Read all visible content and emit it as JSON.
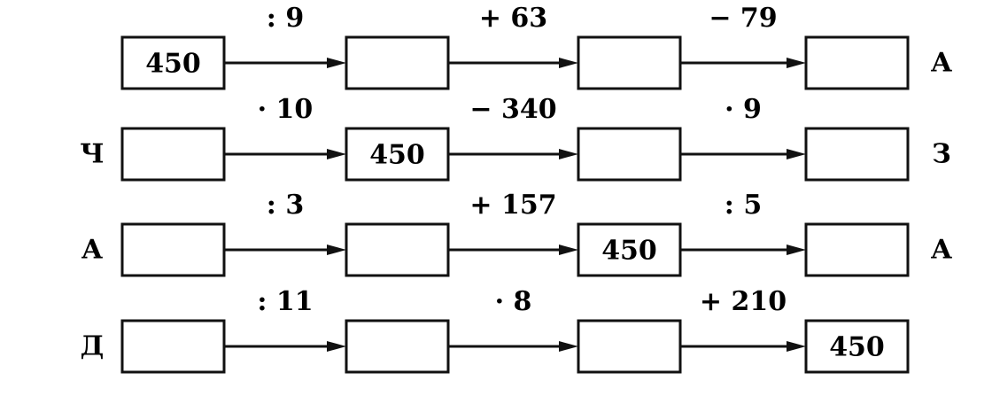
{
  "rows": [
    {
      "left_letter": "",
      "right_letter": "А",
      "boxes": [
        "450",
        "",
        "",
        ""
      ],
      "operations": [
        ": 9",
        "+ 63",
        "− 79"
      ]
    },
    {
      "left_letter": "Ч",
      "right_letter": "З",
      "boxes": [
        "",
        "450",
        "",
        ""
      ],
      "operations": [
        "· 10",
        "− 340",
        "· 9"
      ]
    },
    {
      "left_letter": "А",
      "right_letter": "А",
      "boxes": [
        "",
        "",
        "450",
        ""
      ],
      "operations": [
        ": 3",
        "+ 157",
        ": 5"
      ]
    },
    {
      "left_letter": "Д",
      "right_letter": "",
      "boxes": [
        "",
        "",
        "",
        "450"
      ],
      "operations": [
        ": 11",
        "· 8",
        "+ 210"
      ]
    }
  ]
}
